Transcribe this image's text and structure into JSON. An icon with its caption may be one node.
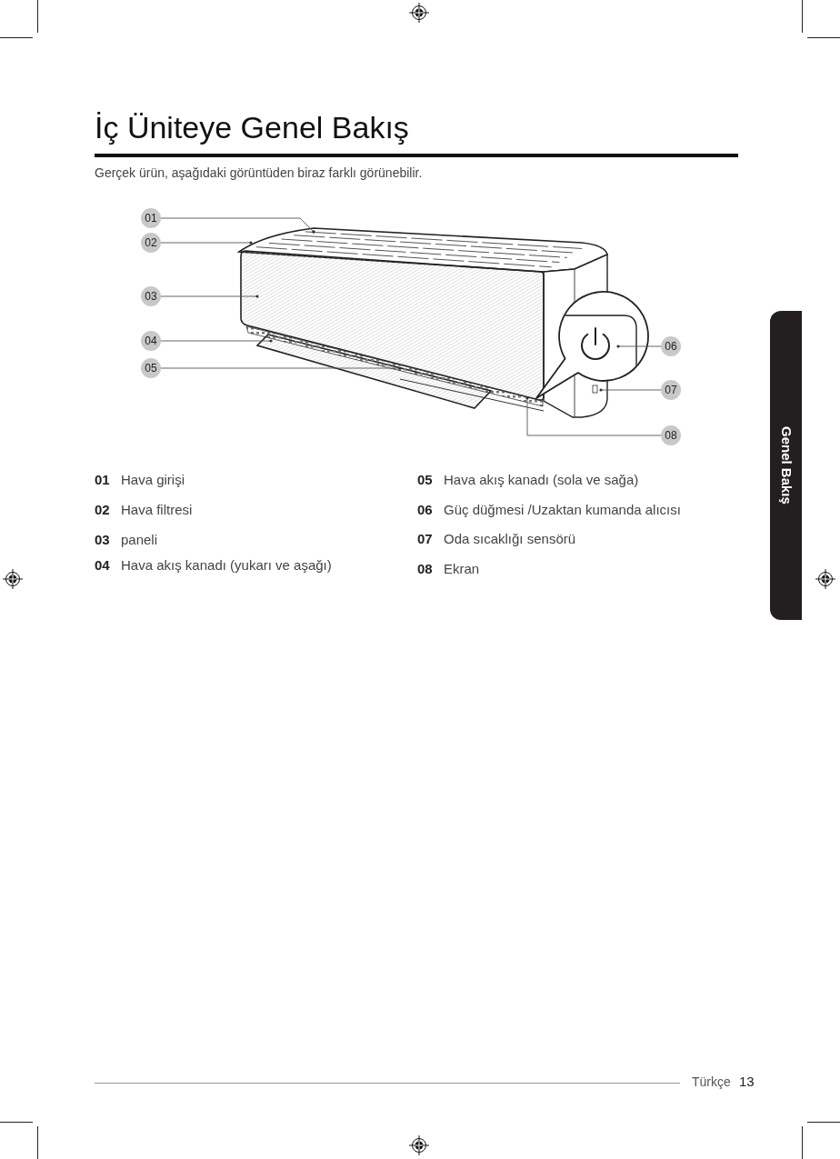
{
  "diagram": {
    "title": "İç Üniteye Genel Bakış",
    "nodes": [
      {
        "text": [
          "01"
        ]
      },
      {
        "text": [
          "02"
        ]
      },
      {
        "text": [
          "03"
        ]
      },
      {
        "text": [
          "04"
        ]
      },
      {
        "text": [
          "05"
        ]
      },
      {
        "text": [
          "06"
        ]
      },
      {
        "text": [
          "07"
        ]
      },
      {
        "text": [
          "08"
        ]
      }
    ],
    "edges": [
      {
        "from": 0,
        "to": null,
        "arrow": "other"
      },
      {
        "from": 1,
        "to": null,
        "arrow": "other"
      },
      {
        "from": 2,
        "to": null,
        "arrow": "other"
      },
      {
        "from": 3,
        "to": null,
        "arrow": "other"
      },
      {
        "from": 4,
        "to": null,
        "arrow": "other"
      },
      {
        "from": 5,
        "to": null,
        "arrow": "other"
      },
      {
        "from": 6,
        "to": null,
        "arrow": "other"
      },
      {
        "from": 7,
        "to": null,
        "arrow": "other"
      }
    ],
    "labels": [
      "Gerçek ürün, aşağıdaki görüntüden biraz farklı görünebilir.",
      "01",
      "Hava girişi",
      "02",
      "Hava filtresi",
      "03",
      "paneli",
      "04",
      "Hava akış kanadı (yukarı ve aşağı)",
      "05",
      "Hava akış kanadı (sola ve sağa)",
      "06",
      "Güç düğmesi /Uzaktan kumanda alıcısı",
      "07",
      "Oda sıcaklığı sensörü",
      "08",
      "Ekran",
      "Genel Bakış",
      "Türkçe",
      "13"
    ]
  }
}
